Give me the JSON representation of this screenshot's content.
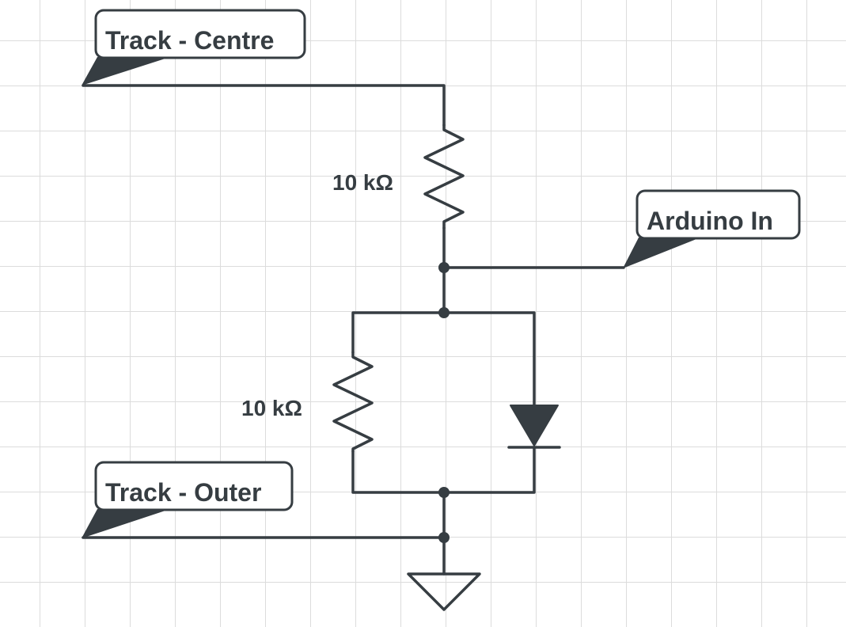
{
  "labels": {
    "track_centre": "Track - Centre",
    "arduino_in": "Arduino In",
    "track_outer": "Track - Outer"
  },
  "components": {
    "resistor_top": {
      "value": "10 kΩ"
    },
    "resistor_bottom": {
      "value": "10 kΩ"
    },
    "diode": {
      "type": "diode"
    },
    "ground": {
      "type": "ground"
    }
  },
  "colors": {
    "ink": "#363d42",
    "grid": "#dcdcdc",
    "background": "#ffffff"
  }
}
